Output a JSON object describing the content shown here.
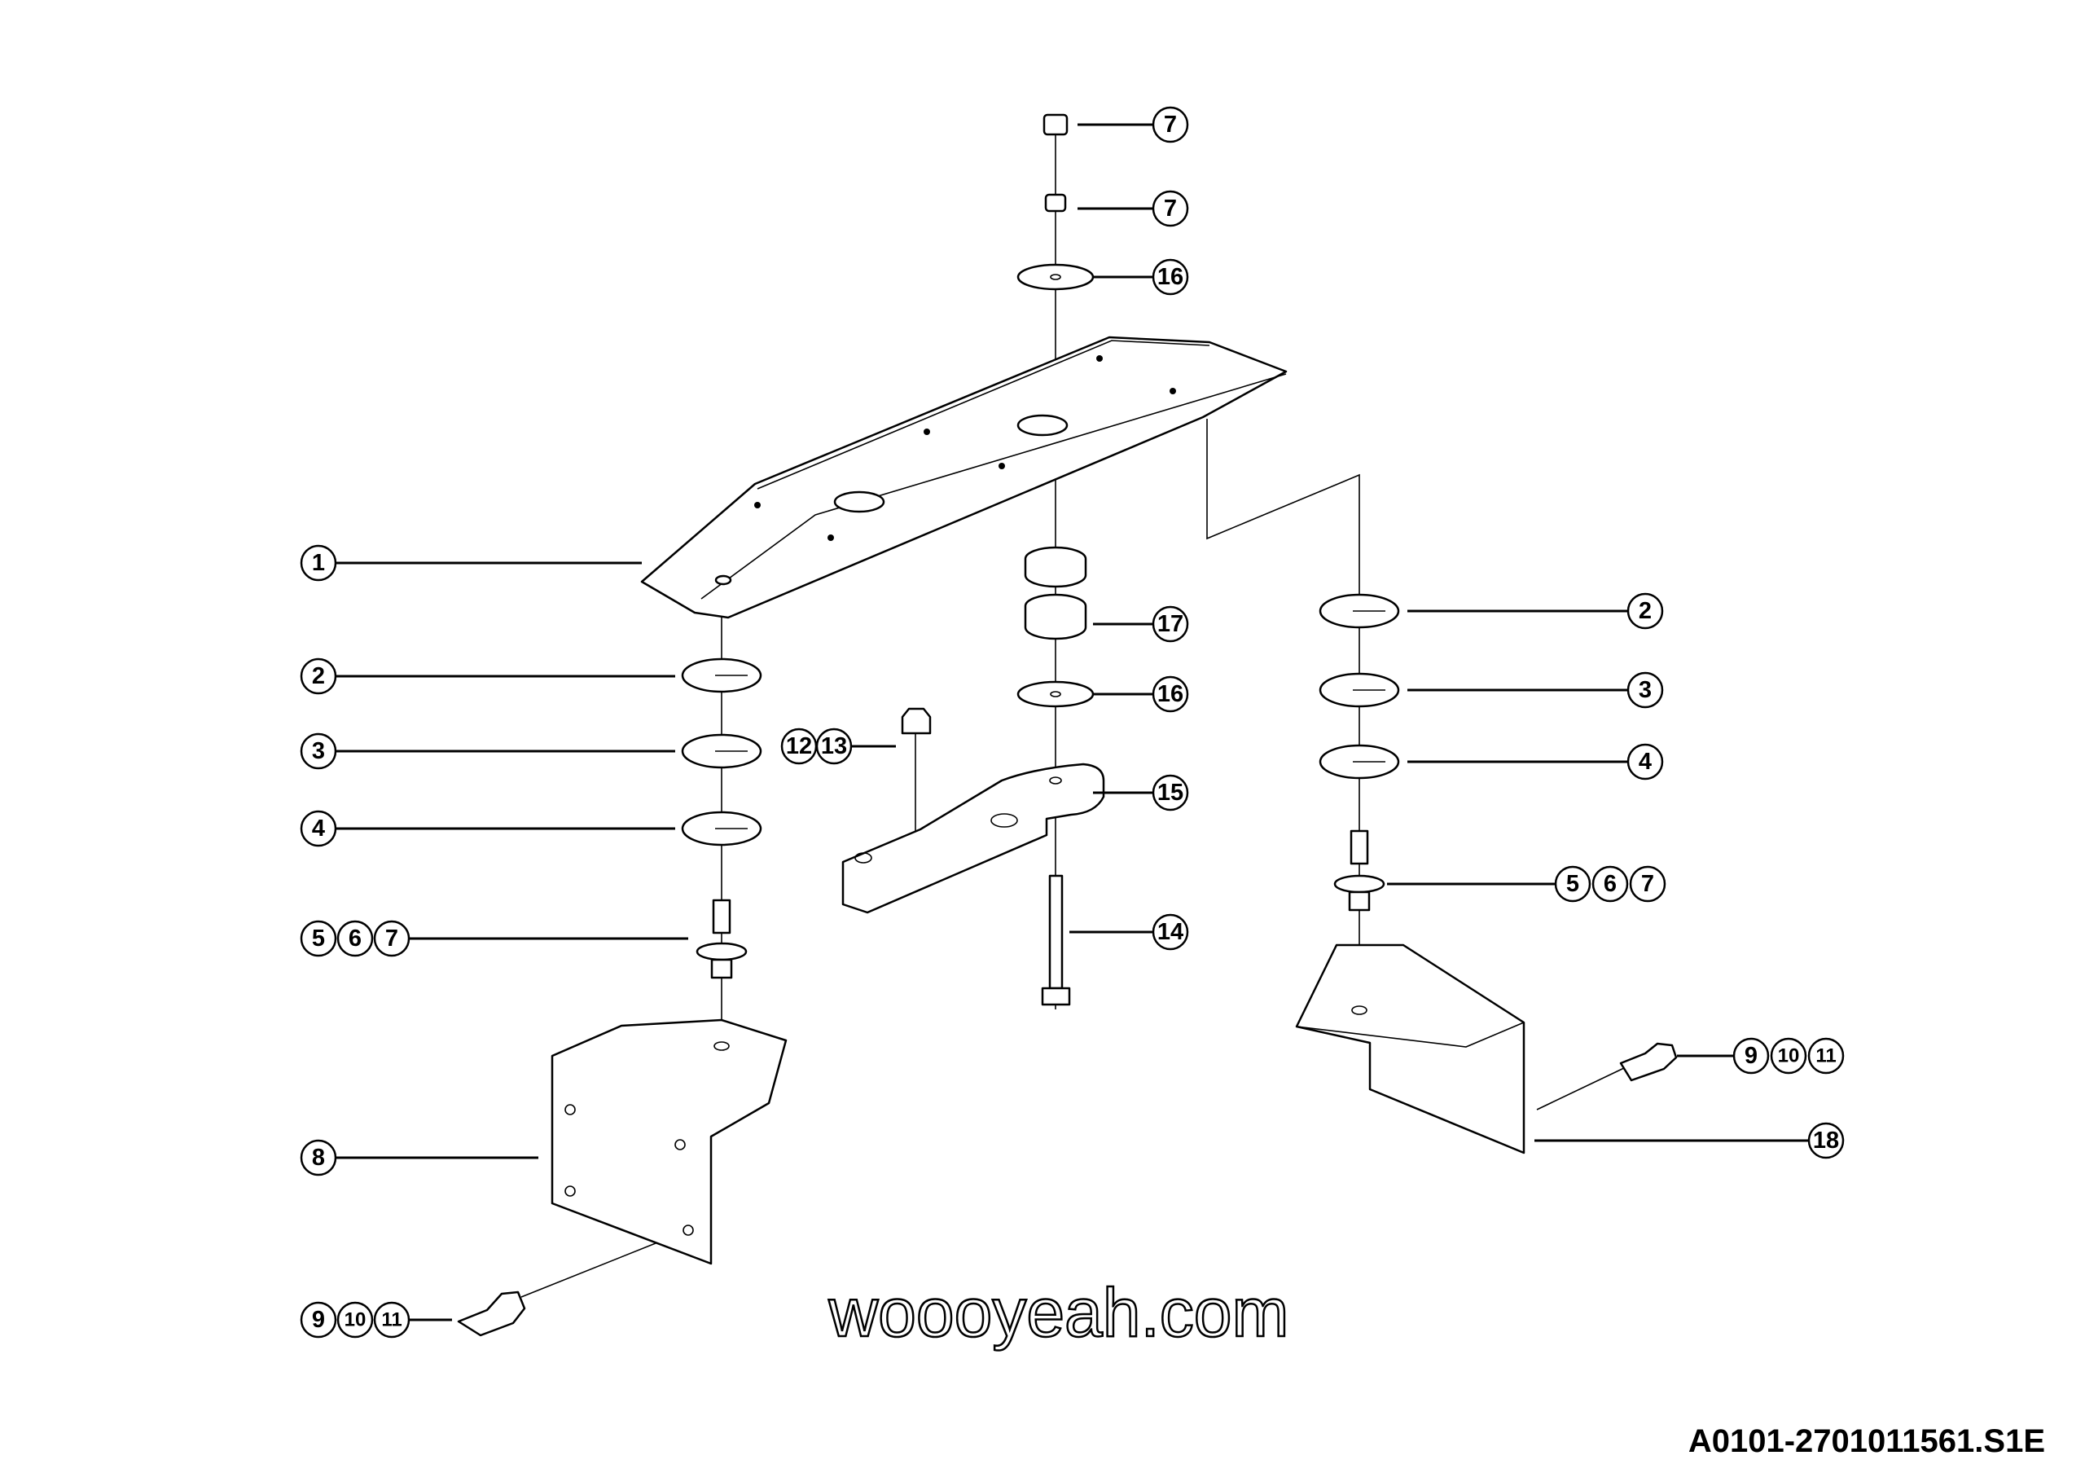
{
  "drawing": {
    "code": "A0101-2701011561.S1E",
    "watermark": "woooyeah.com",
    "callouts": {
      "c7a": "7",
      "c7b": "7",
      "c16a": "16",
      "c1": "1",
      "c2l": "2",
      "c3l": "3",
      "c4l": "4",
      "c5l": "5",
      "c6l": "6",
      "c7l": "7",
      "c8": "8",
      "c9l": "9",
      "c10l": "10",
      "c11l": "11",
      "c17": "17",
      "c16b": "16",
      "c15": "15",
      "c14": "14",
      "c12": "12",
      "c13": "13",
      "c2r": "2",
      "c3r": "3",
      "c4r": "4",
      "c5r": "5",
      "c6r": "6",
      "c7r": "7",
      "c9r": "9",
      "c10r": "10",
      "c11r": "11",
      "c18": "18"
    }
  }
}
